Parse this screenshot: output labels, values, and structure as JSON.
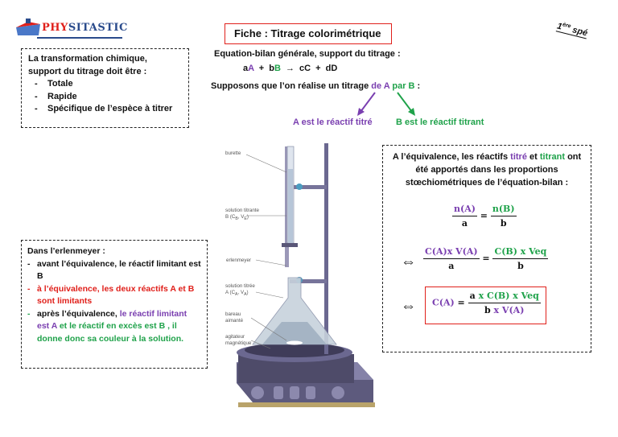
{
  "logo": {
    "part1": "PHY",
    "part2": "SITASTIC"
  },
  "title": "Fiche : Titrage colorimétrique",
  "level": {
    "num": "1",
    "sup": "ère",
    "rest": " spé"
  },
  "box_left": {
    "line1": "La transformation chimique,",
    "line2": "support du titrage doit être :",
    "items": [
      "Totale",
      "Rapide",
      "Spécifique de l’espèce à titrer"
    ]
  },
  "equation": {
    "heading": "Equation-bilan générale, support du titrage :",
    "a_coef": "a",
    "a_species": "A",
    "plus1": " + ",
    "b_coef": "b",
    "b_species": "B",
    "arrow": " → ",
    "products": "cC + dD"
  },
  "suppose": {
    "text": "Supposons que l’on réalise un titrage ",
    "de_a": "de A",
    "par_b": "par B",
    "colon": " :"
  },
  "label_a": "A est le réactif titré",
  "label_b": "B est le réactif titrant",
  "diagram": {
    "labels": {
      "burette": "burette",
      "titrant_1": "solution titrante",
      "titrant_2": "B (C",
      "titrant_sub1": "B",
      "titrant_3": ", V",
      "titrant_sub2": "E",
      "titrant_4": ")",
      "erlenmeyer": "erlenmeyer",
      "titree_1": "solution titrée",
      "titree_2": "A (C",
      "titree_sub1": "A",
      "titree_3": ", V",
      "titree_sub2": "A",
      "titree_4": ")",
      "bareau_1": "bareau",
      "bareau_2": "aimanté",
      "agitateur_1": "agitateur",
      "agitateur_2": "magnétique"
    }
  },
  "box_bottom": {
    "heading": "Dans l’erlenmeyer :",
    "avant": "avant l’équivalence, le réactif limitant est B",
    "a_equivalence": "à l’équivalence, les deux réactifs A et B sont limitants",
    "apres_1": "après l’équivalence, ",
    "apres_2": "le réactif limitant est A",
    "apres_3": " et le réactif en excès est B , il ",
    "apres_4": "donne donc sa couleur à la solution."
  },
  "box_right": {
    "p1": "A l’équivalence, les réactifs ",
    "titre": "titré",
    "et": " et ",
    "titrant": "titrant",
    "p2": " ont été apportés dans les proportions stœchiométriques de l’équation-bilan :",
    "f1": {
      "num_left": "n(A)",
      "den_left": "a",
      "eq": " = ",
      "num_right": "n(B)",
      "den_right": "b"
    },
    "iff": "⇔",
    "f2": {
      "num_left": "C(A)x V(A)",
      "den_left": "a",
      "eq": " = ",
      "num_right": "C(B) x Veq",
      "den_right": "b"
    },
    "f3": {
      "lhs": "C(A)",
      "eq": " = ",
      "num_a": "a",
      "num_rest": " x C(B) x Veq",
      "den_b": "b",
      "den_rest": " x V(A)"
    }
  },
  "colors": {
    "purple": "#7a3fb0",
    "green": "#1fa24a",
    "red": "#e0201b",
    "navy": "#2a4b8c"
  }
}
